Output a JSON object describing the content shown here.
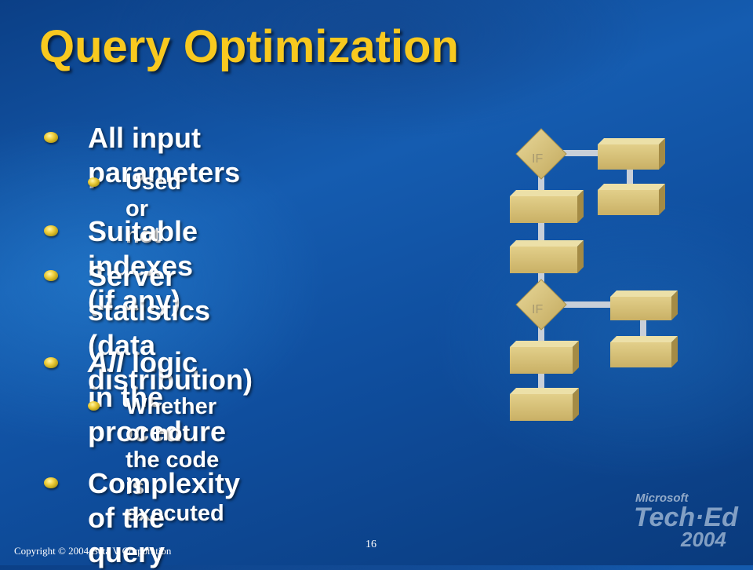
{
  "slide": {
    "title": "Query Optimization",
    "bullets": [
      {
        "level": 1,
        "text": "All input parameters"
      },
      {
        "level": 2,
        "text": "Used or not"
      },
      {
        "level": 1,
        "text": "Suitable indexes (if any)"
      },
      {
        "level": 1,
        "lines": [
          "Server statistics",
          "(data distribution)"
        ]
      },
      {
        "level": 1,
        "emphasis": "All",
        "text": " logic in the procedure"
      },
      {
        "level": 2,
        "lines": [
          "Whether or not the code is",
          "executed"
        ]
      },
      {
        "level": 1,
        "text": "Complexity of the query"
      }
    ],
    "diagram": {
      "if_label_1": "IF",
      "if_label_2": "IF"
    },
    "footer": {
      "copyright": "Copyright © 2004 Beta V Corporation",
      "page_number": "16"
    },
    "logo": {
      "brand": "Microsoft",
      "name": "Tech·Ed",
      "year": "2004"
    },
    "colors": {
      "title": "#f8c91f",
      "box": "#d8c27a",
      "connector": "#c8cfd8"
    }
  }
}
